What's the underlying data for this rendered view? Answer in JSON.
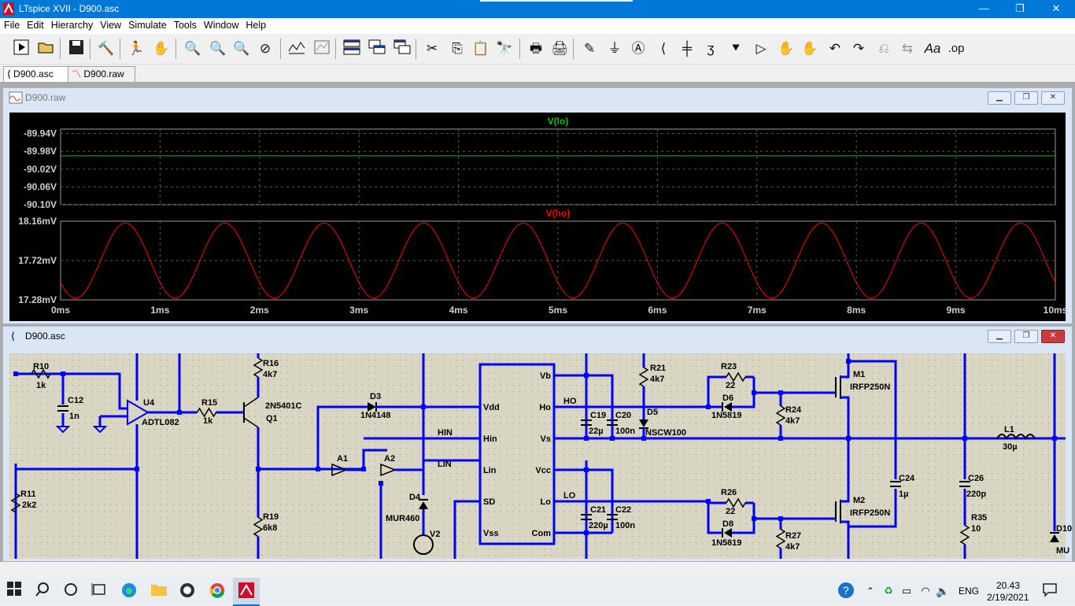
{
  "app": {
    "title": "LTspice XVII - D900.asc"
  },
  "window_controls": {
    "minimize": "—",
    "restore": "❐",
    "close": "✕"
  },
  "menu": [
    "File",
    "Edit",
    "Hierarchy",
    "View",
    "Simulate",
    "Tools",
    "Window",
    "Help"
  ],
  "toolbar_icons": [
    "run-icon",
    "open-icon",
    "save-icon",
    "control-panel-icon",
    "halt-icon",
    "pan-icon",
    "zoom-in-icon",
    "zoom-area-icon",
    "zoom-out-icon",
    "zoom-cancel-icon",
    "autorange-icon",
    "plot-settings-icon",
    "tile-horizontal-icon",
    "cascade-icon",
    "tile-vertical-icon",
    "cut-icon",
    "copy-icon",
    "paste-icon",
    "find-icon",
    "print-icon",
    "print-setup-icon",
    "draw-wire-icon",
    "ground-icon",
    "label-net-icon",
    "resistor-icon",
    "capacitor-icon",
    "inductor-icon",
    "diode-icon",
    "component-icon",
    "move-icon",
    "drag-icon",
    "undo-icon",
    "redo-icon",
    "rotate-icon",
    "mirror-icon",
    "text-icon",
    "spice-directive-icon"
  ],
  "toolbar_text": {
    "text_tool": "Aa",
    "op_tool": ".op"
  },
  "tabs": [
    {
      "label": "D900.asc",
      "icon": "schematic-icon"
    },
    {
      "label": "D900.raw",
      "icon": "waveform-icon"
    }
  ],
  "waveform_window": {
    "title": "D900.raw"
  },
  "schematic_window": {
    "title": "D900.asc"
  },
  "chart_data": [
    {
      "type": "line",
      "title": "V(lo)",
      "series": [
        {
          "name": "V(lo)",
          "color": "#00c800",
          "x": [
            0,
            10
          ],
          "y": [
            -89.99,
            -89.99
          ]
        }
      ],
      "y_ticks": [
        "-89.94V",
        "-89.98V",
        "-90.02V",
        "-90.06V",
        "-90.10V"
      ],
      "ylim": [
        -90.1,
        -89.93
      ],
      "xlim": [
        0,
        10
      ],
      "grid": true
    },
    {
      "type": "line",
      "title": "V(ho)",
      "series": [
        {
          "name": "V(ho)",
          "color": "#ff0000",
          "function": "sine",
          "offset_mV": 17.72,
          "amplitude_mV": 0.42,
          "period_ms": 1.0,
          "phase_ms_min": 0.15
        }
      ],
      "y_ticks": [
        "18.16mV",
        "17.72mV",
        "17.28mV"
      ],
      "ylim": [
        17.28,
        18.16
      ],
      "x_ticks": [
        "0ms",
        "1ms",
        "2ms",
        "3ms",
        "4ms",
        "5ms",
        "6ms",
        "7ms",
        "8ms",
        "9ms",
        "10ms"
      ],
      "xlim": [
        0,
        10
      ],
      "grid": true
    }
  ],
  "schematic": {
    "components": [
      {
        "ref": "R10",
        "value": "1k"
      },
      {
        "ref": "C12",
        "value": "1n"
      },
      {
        "ref": "U4",
        "value": "ADTL082"
      },
      {
        "ref": "R15",
        "value": "1k"
      },
      {
        "ref": "R16",
        "value": "4k7"
      },
      {
        "ref": "Q1",
        "value": "2N5401C"
      },
      {
        "ref": "D3",
        "value": "1N4148"
      },
      {
        "ref": "R11",
        "value": "2k2"
      },
      {
        "ref": "R19",
        "value": "6k8"
      },
      {
        "ref": "A1",
        "value": ""
      },
      {
        "ref": "A2",
        "value": ""
      },
      {
        "ref": "D4",
        "value": "MUR460"
      },
      {
        "ref": "V2",
        "value": ""
      },
      {
        "ref": "C19",
        "value": "22µ"
      },
      {
        "ref": "C20",
        "value": "100n"
      },
      {
        "ref": "R21",
        "value": "4k7"
      },
      {
        "ref": "D5",
        "value": "NSCW100"
      },
      {
        "ref": "R23",
        "value": "22"
      },
      {
        "ref": "D6",
        "value": "1N5819"
      },
      {
        "ref": "R24",
        "value": "4k7"
      },
      {
        "ref": "M1",
        "value": "IRFP250N"
      },
      {
        "ref": "M2",
        "value": "IRFP250N"
      },
      {
        "ref": "L1",
        "value": "30µ"
      },
      {
        "ref": "C24",
        "value": "1µ"
      },
      {
        "ref": "C26",
        "value": "220p"
      },
      {
        "ref": "R35",
        "value": "10"
      },
      {
        "ref": "C21",
        "value": "220µ"
      },
      {
        "ref": "C22",
        "value": "100n"
      },
      {
        "ref": "R26",
        "value": "22"
      },
      {
        "ref": "D8",
        "value": "1N5819"
      },
      {
        "ref": "R27",
        "value": "4k7"
      },
      {
        "ref": "D10",
        "value": "MU"
      }
    ],
    "ic_pins_left": [
      "Vdd",
      "Hin",
      "Lin",
      "SD",
      "Vss"
    ],
    "ic_pins_right": [
      "Vb",
      "Ho",
      "Vs",
      "Vcc",
      "Lo",
      "Com"
    ],
    "net_labels": [
      "HIN",
      "LIN",
      "HO",
      "LO"
    ]
  },
  "taskbar": {
    "clock_time": "20.43",
    "clock_date": "2/19/2021",
    "language": "ENG",
    "icons": [
      "start-icon",
      "search-icon",
      "cortana-icon",
      "task-view-icon",
      "edge-icon",
      "explorer-icon",
      "obs-icon",
      "chrome-icon",
      "ltspice-icon"
    ]
  },
  "colors": {
    "accent": "#0078d7",
    "wire": "#0000ff",
    "plot_bg": "#000000",
    "trace_lo": "#00c800",
    "trace_ho": "#ff0000",
    "sch_bg": "#d9d6c3"
  }
}
